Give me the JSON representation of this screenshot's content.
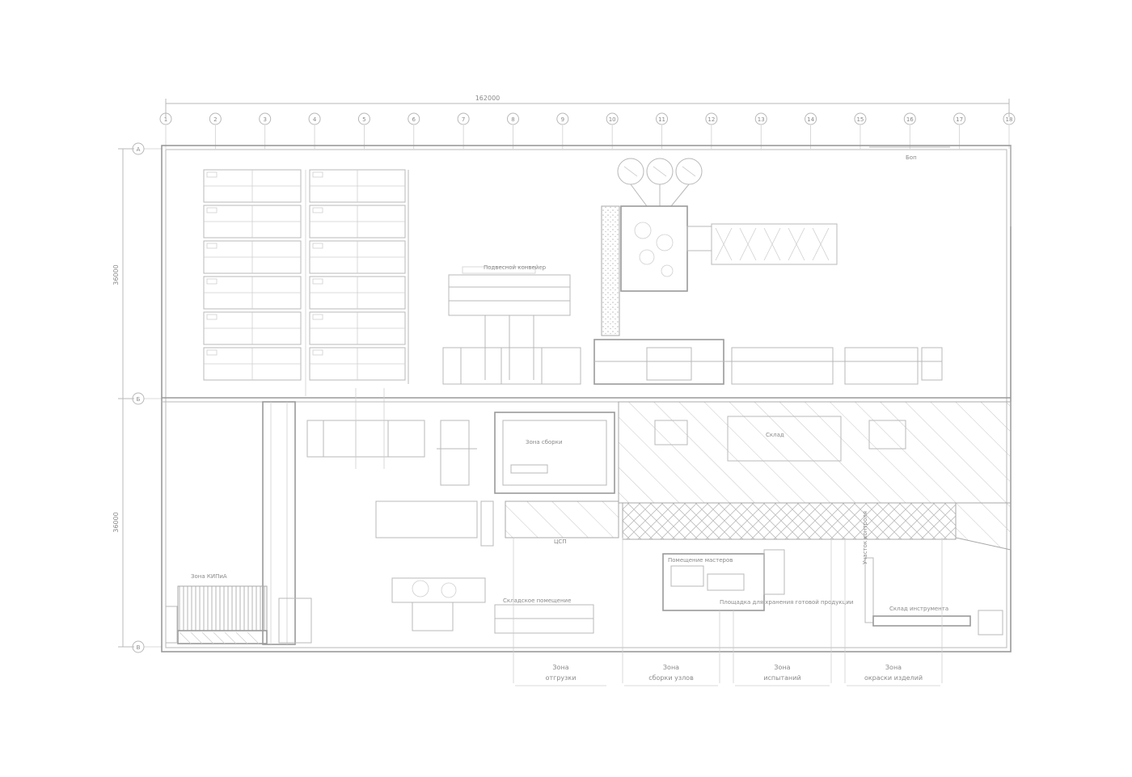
{
  "drawing": {
    "overall_dimension": "162000",
    "left_dimension_top": "36000",
    "left_dimension_bottom": "36000",
    "top_right_note": "Боп"
  },
  "axes": {
    "columns": [
      "1",
      "2",
      "3",
      "4",
      "5",
      "6",
      "7",
      "8",
      "9",
      "10",
      "11",
      "12",
      "13",
      "14",
      "15",
      "16",
      "17",
      "18"
    ],
    "rows": [
      "A",
      "Б",
      "В"
    ]
  },
  "labels": {
    "conveyor_top": "Подвесной конвейер",
    "work_area": "Зона сборки",
    "mid_hatch": "Склад",
    "hatch_label_a": "ЦСП",
    "control_room": "Помещение мастеров",
    "storage_area": "Складское помещение",
    "bottom_left": "Зона КИПиА",
    "tool_room": "Склад инструмента",
    "hall_notes": "Площадка для хранения готовой продукции",
    "side_label": "Участок контроля"
  },
  "bottom_boxes": [
    {
      "line1": "Зона",
      "line2": "отгрузки"
    },
    {
      "line1": "Зона",
      "line2": "сборки узлов"
    },
    {
      "line1": "Зона",
      "line2": "испытаний"
    },
    {
      "line1": "Зона",
      "line2": "окраски изделий"
    }
  ]
}
